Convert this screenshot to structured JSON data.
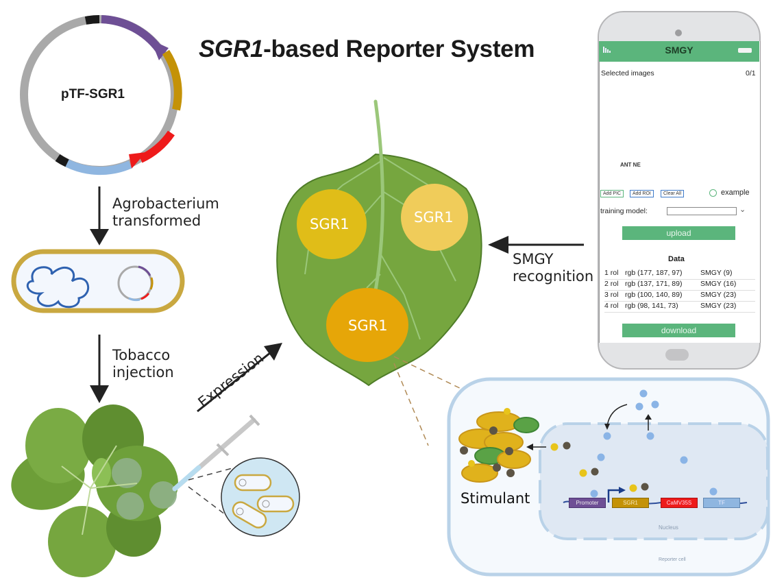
{
  "title": {
    "italic": "SGR1",
    "rest": "-based Reporter System"
  },
  "plasmid": {
    "name": "pTF-SGR1",
    "segment_colors": {
      "backbone": "#a9a9a9",
      "marker": "#1a1a1a",
      "promoter": "#6e4f95",
      "sgr1": "#c49207",
      "spacer": "#a9a9a9",
      "camv35s": "#ee1b1b",
      "tf": "#8fb6e0"
    }
  },
  "steps": {
    "agrobacterium": [
      "Agrobacterium",
      "transformed"
    ],
    "tobacco": [
      "Tobacco",
      "injection"
    ],
    "expression": "Expression",
    "recognition": [
      "SMGY",
      "recognition"
    ]
  },
  "leaf": {
    "spots": [
      {
        "label": "SGR1",
        "color": "#e0bd18"
      },
      {
        "label": "SGR1",
        "color": "#f0cc5a"
      },
      {
        "label": "SGR1",
        "color": "#e6a608"
      }
    ],
    "color": "#76a63f"
  },
  "app": {
    "title": "SMGY",
    "selected_images_label": "Selected images",
    "selected_images_count": "0/1",
    "card_text": "ANT NE",
    "roi_numbers": [
      "1",
      "2",
      "3",
      "4"
    ],
    "buttons": {
      "add_pic": "Add PIC",
      "add_roi": "Add ROI",
      "clear_all": "Clear All",
      "example": "example",
      "upload": "upload",
      "download": "download"
    },
    "training_model_label": "training model:",
    "training_model_value": "",
    "data_heading": "Data",
    "data_rows": [
      {
        "roi": "1 rol",
        "rgb": "rgb (177, 187, 97)",
        "smgy": "SMGY (9)"
      },
      {
        "roi": "2 rol",
        "rgb": "rgb (137, 171, 89)",
        "smgy": "SMGY (16)"
      },
      {
        "roi": "3 rol",
        "rgb": "rgb (100, 140, 89)",
        "smgy": "SMGY (23)"
      },
      {
        "roi": "4 rol",
        "rgb": "rgb (98, 141, 73)",
        "smgy": "SMGY (23)"
      }
    ],
    "accent": "#5bb57c"
  },
  "cell": {
    "stimulant_label": "Stimulant",
    "nucleus_label": "Nucleus",
    "cell_label": "Reporter cell",
    "construct": [
      {
        "label": "Promoter",
        "color": "#6e4f95"
      },
      {
        "label": "SGR1",
        "color": "#c49207"
      },
      {
        "label": "CaMV35S",
        "color": "#ee1b1b"
      },
      {
        "label": "TF",
        "color": "#8fb6e0"
      }
    ]
  }
}
